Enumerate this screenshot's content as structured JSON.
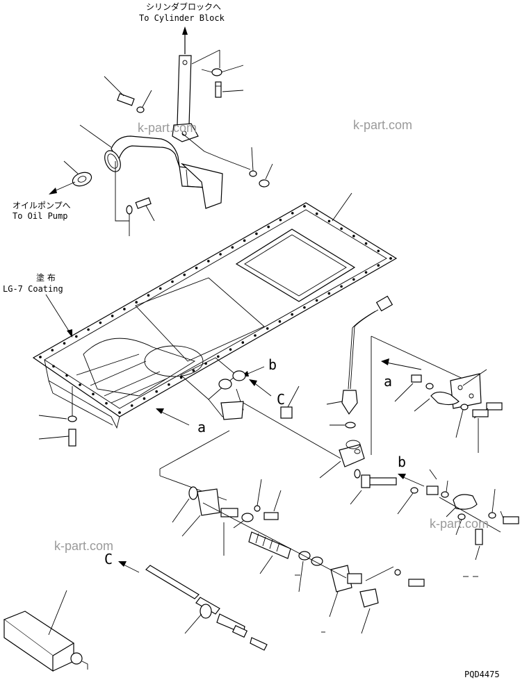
{
  "labels": {
    "to_cylinder_block_jp": "シリンダブロックへ",
    "to_cylinder_block_en": "To Cylinder Block",
    "to_oil_pump_jp": "オイルポンプへ",
    "to_oil_pump_en": "To Oil Pump",
    "coating_jp": "塗 布",
    "coating_en": "LG-7 Coating",
    "ref_a1": "a",
    "ref_a2": "a",
    "ref_b1": "b",
    "ref_b2": "b",
    "ref_c1": "C",
    "ref_c2": "C"
  },
  "watermarks": [
    "k-part.com",
    "k-part.com",
    "k-part.com",
    "k-part.com"
  ],
  "drawing_number": "PQD4475",
  "colors": {
    "line": "#000000",
    "watermark": "#9a9a9a",
    "background": "#ffffff"
  }
}
